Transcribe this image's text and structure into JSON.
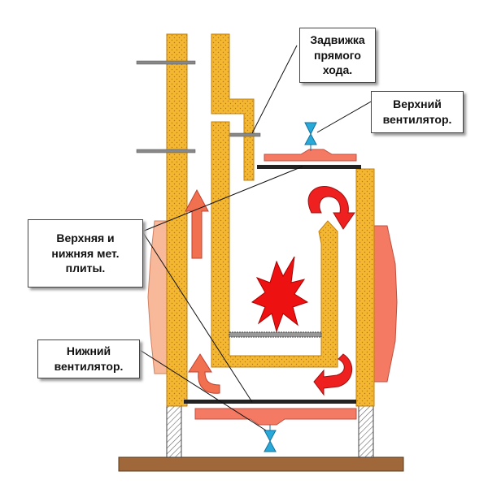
{
  "labels": {
    "damper": "Задвижка\nпрямого\nхода.",
    "top_fan": "Верхний\nвентилятор.",
    "plates": "Верхняя  и\nнижняя  мет.\nплиты.",
    "bottom_fan": "Нижний\nвентилятор."
  },
  "colors": {
    "brick": "#f4b731",
    "brick_dots": "#b87a10",
    "fan_body": "#f47a63",
    "fan_body_light": "#f7b99a",
    "valve": "#29a9d8",
    "flame": "#ee1111",
    "arrow": "#f07050",
    "floor": "#a0683a",
    "plate": "#222222"
  }
}
